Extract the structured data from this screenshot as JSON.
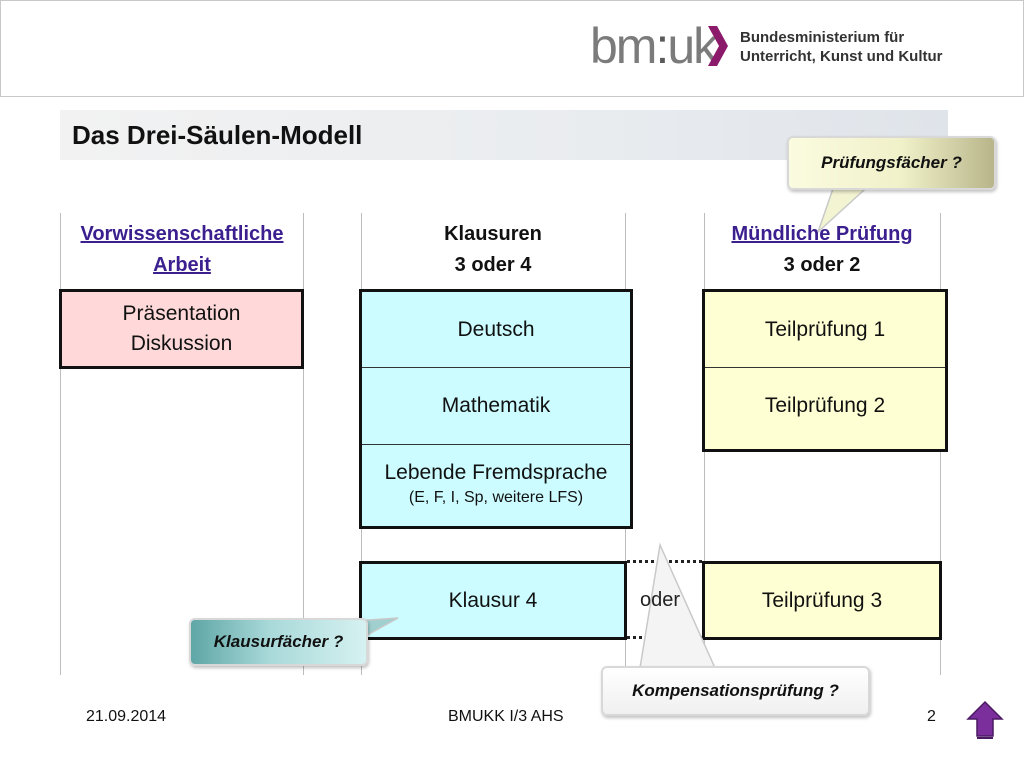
{
  "header": {
    "logo_mark": "bm:uk",
    "ministry_line1": "Bundesministerium für",
    "ministry_line2": "Unterricht, Kunst und Kultur"
  },
  "title": "Das Drei-Säulen-Modell",
  "columns": {
    "vwa": {
      "heading_line1": "Vorwissenschaftliche",
      "heading_line2": "Arbeit",
      "box_line1": "Präsentation",
      "box_line2": "Diskussion"
    },
    "klausuren": {
      "heading_line1": "Klausuren",
      "heading_line2": "3 oder 4",
      "items": [
        "Deutsch",
        "Mathematik",
        "Lebende Fremdsprache"
      ],
      "items_note": "(E, F, I, Sp, weitere LFS)",
      "extra": "Klausur 4"
    },
    "muendlich": {
      "heading_line1": "Mündliche Prüfung",
      "heading_line2": "3 oder 2",
      "items": [
        "Teilprüfung 1",
        "Teilprüfung 2"
      ],
      "extra": "Teilprüfung 3"
    }
  },
  "oder_label": "oder",
  "callouts": {
    "pruefungsfaecher": "Prüfungsfächer ?",
    "klausurfaecher": "Klausurfächer ?",
    "kompensation": "Kompensationsprüfung ?"
  },
  "footer": {
    "date": "21.09.2014",
    "center": "BMUKK I/3 AHS",
    "page": "2"
  },
  "colors": {
    "pink": "#ffd9d9",
    "cyan": "#ccfcff",
    "yellow": "#ffffd4",
    "link": "#3b1f8f",
    "nav_arrow": "#7a2f9c",
    "logo_accent": "#8b1a6b"
  }
}
